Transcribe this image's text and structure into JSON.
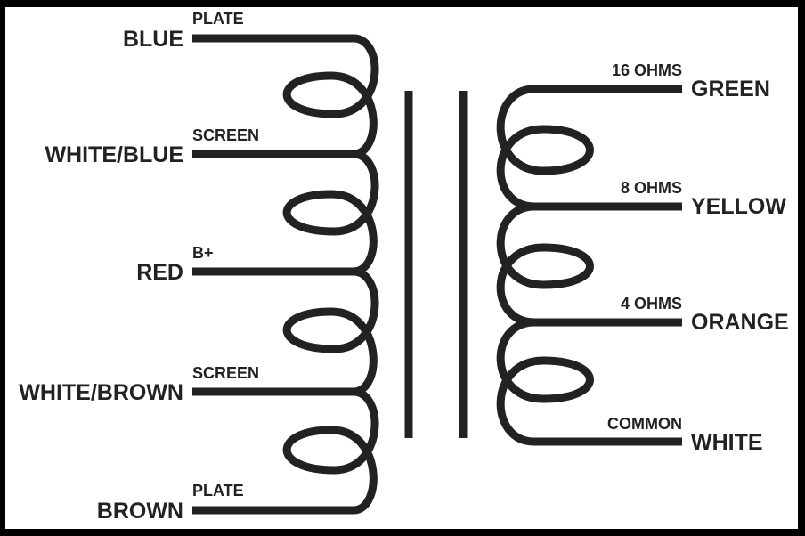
{
  "colors": {
    "frame": "#000000",
    "panel": "#ffffff",
    "ink": "#222222"
  },
  "primary": {
    "taps": [
      {
        "wire": "BLUE",
        "label": "PLATE"
      },
      {
        "wire": "WHITE/BLUE",
        "label": "SCREEN"
      },
      {
        "wire": "RED",
        "label": "B+"
      },
      {
        "wire": "WHITE/BROWN",
        "label": "SCREEN"
      },
      {
        "wire": "BROWN",
        "label": "PLATE"
      }
    ]
  },
  "secondary": {
    "taps": [
      {
        "wire": "GREEN",
        "label": "16 OHMS"
      },
      {
        "wire": "YELLOW",
        "label": "8 OHMS"
      },
      {
        "wire": "ORANGE",
        "label": "4 OHMS"
      },
      {
        "wire": "WHITE",
        "label": "COMMON"
      }
    ]
  }
}
